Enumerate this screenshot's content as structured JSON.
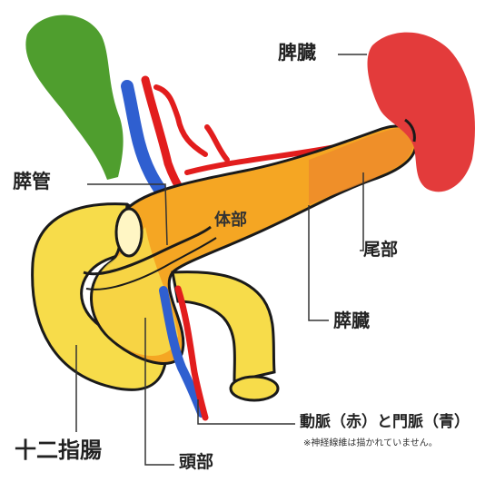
{
  "labels": {
    "spleen": "脾臓",
    "pancreatic_duct": "膵管",
    "body": "体部",
    "tail": "尾部",
    "pancreas": "膵臓",
    "vessels": "動脈（赤）と門脈（青）",
    "note": "※神経線維は描かれていません。",
    "duodenum": "十二指腸",
    "head": "頭部"
  },
  "colors": {
    "spleen": "#e33b3b",
    "pancreas_body": "#f5a623",
    "pancreas_tail": "#ee8a2a",
    "duodenum": "#f7dc4a",
    "gallbladder": "#4f9e2e",
    "artery": "#e21d1d",
    "portal_vein": "#2f5fd0",
    "outline": "#1a1a1a"
  }
}
